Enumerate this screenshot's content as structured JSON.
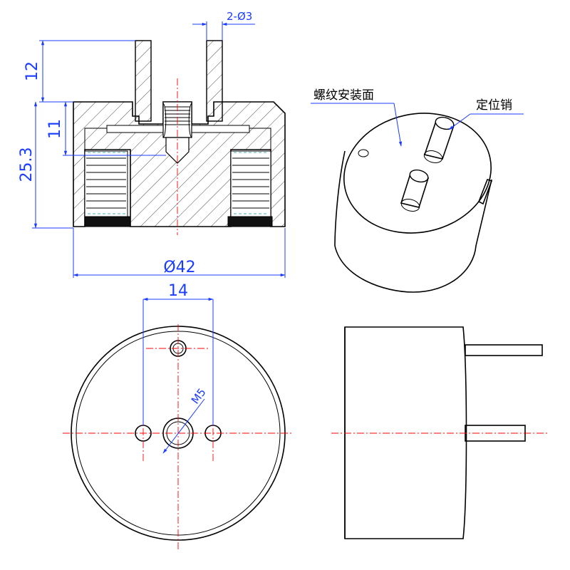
{
  "dimensions": {
    "pin_height": "12",
    "pin_holes": "2-Ø3",
    "thread_depth": "11",
    "body_height": "25.3",
    "body_diameter": "Ø42",
    "pin_spacing": "14",
    "thread_size": "M5"
  },
  "labels": {
    "mounting_face": "螺纹安装面",
    "locating_pin": "定位销"
  },
  "colors": {
    "dimension": "#1a3cff",
    "centerline": "#ff0000",
    "outline": "#000000"
  }
}
